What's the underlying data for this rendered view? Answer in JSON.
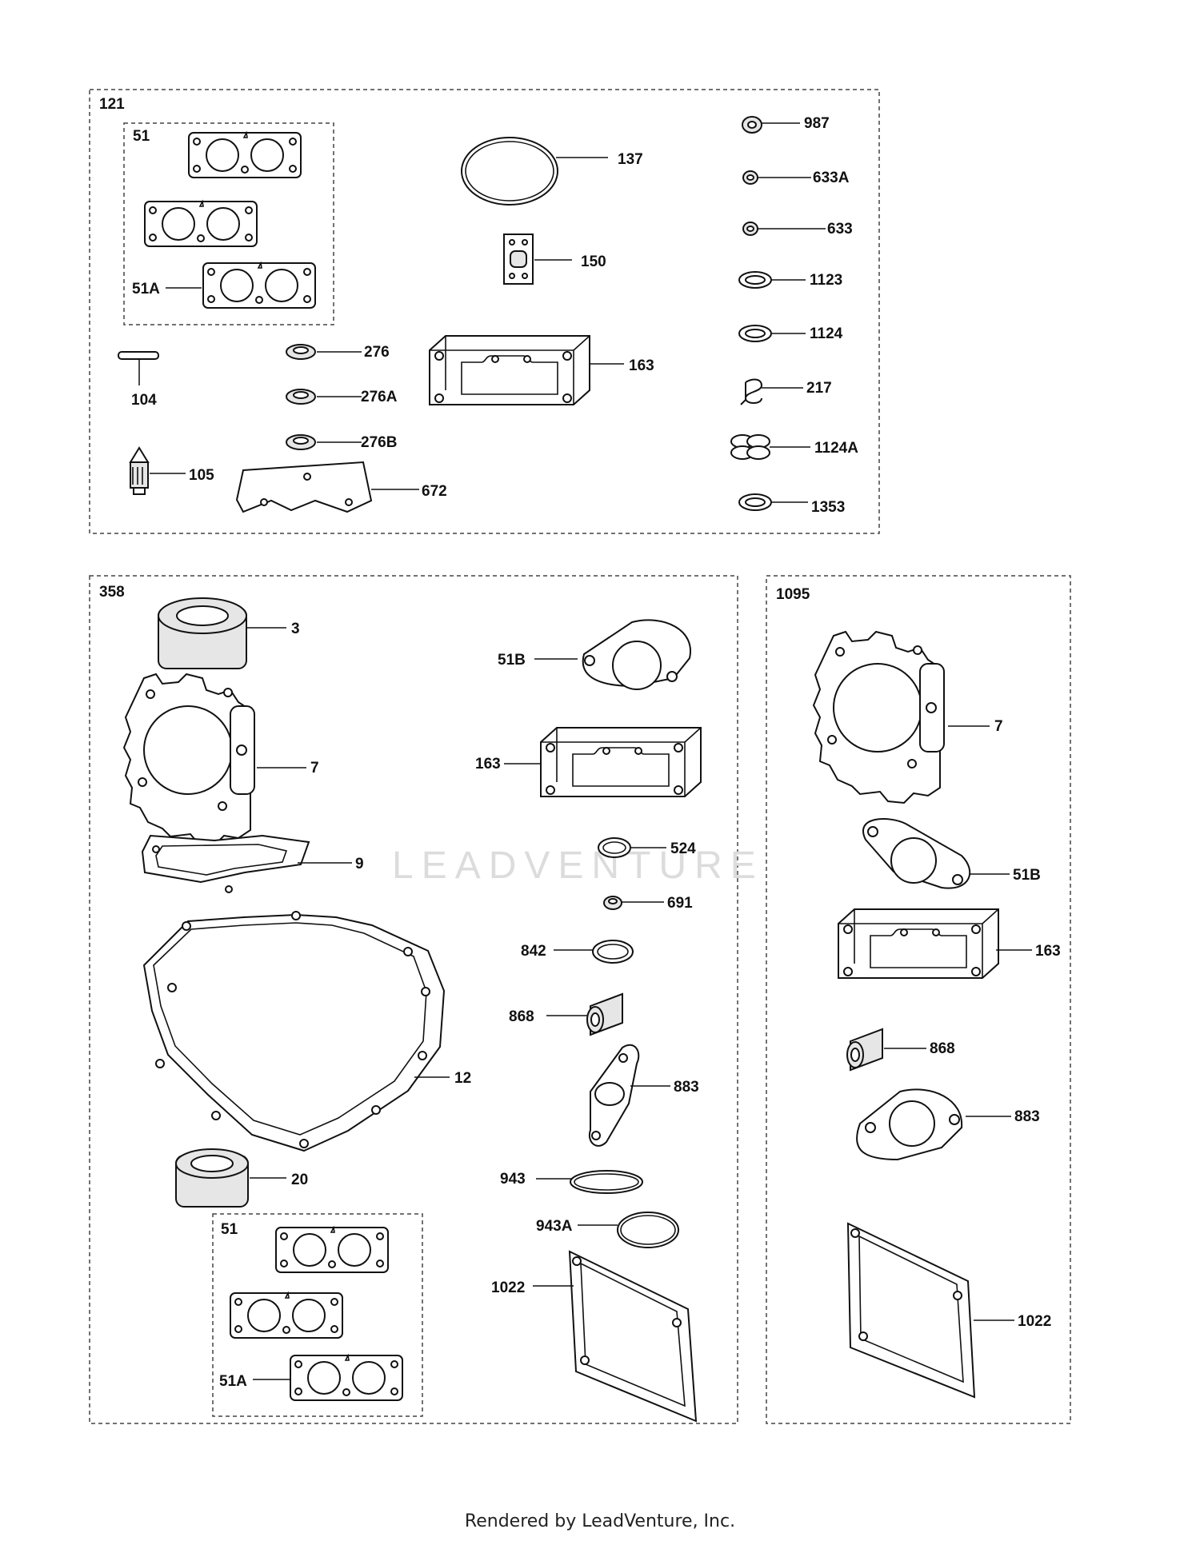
{
  "footer": "Rendered by LeadVenture, Inc.",
  "watermark": "LEADVENTURE",
  "groups": [
    {
      "id": "121",
      "label": "121"
    },
    {
      "id": "358",
      "label": "358"
    },
    {
      "id": "1095",
      "label": "1095"
    }
  ],
  "subgroup_labels": {
    "top": "51",
    "bottom": "51"
  },
  "parts": [
    {
      "label": "51A"
    },
    {
      "label": "104"
    },
    {
      "label": "105"
    },
    {
      "label": "137"
    },
    {
      "label": "150"
    },
    {
      "label": "163"
    },
    {
      "label": "276"
    },
    {
      "label": "276A"
    },
    {
      "label": "276B"
    },
    {
      "label": "672"
    },
    {
      "label": "987"
    },
    {
      "label": "633A"
    },
    {
      "label": "633"
    },
    {
      "label": "1123"
    },
    {
      "label": "1124"
    },
    {
      "label": "217"
    },
    {
      "label": "1124A"
    },
    {
      "label": "1353"
    },
    {
      "label": "3"
    },
    {
      "label": "7"
    },
    {
      "label": "9"
    },
    {
      "label": "12"
    },
    {
      "label": "20"
    },
    {
      "label": "51A"
    },
    {
      "label": "51B"
    },
    {
      "label": "163"
    },
    {
      "label": "524"
    },
    {
      "label": "691"
    },
    {
      "label": "842"
    },
    {
      "label": "868"
    },
    {
      "label": "883"
    },
    {
      "label": "943"
    },
    {
      "label": "943A"
    },
    {
      "label": "1022"
    },
    {
      "label": "7"
    },
    {
      "label": "51B"
    },
    {
      "label": "163"
    },
    {
      "label": "868"
    },
    {
      "label": "883"
    },
    {
      "label": "1022"
    }
  ]
}
